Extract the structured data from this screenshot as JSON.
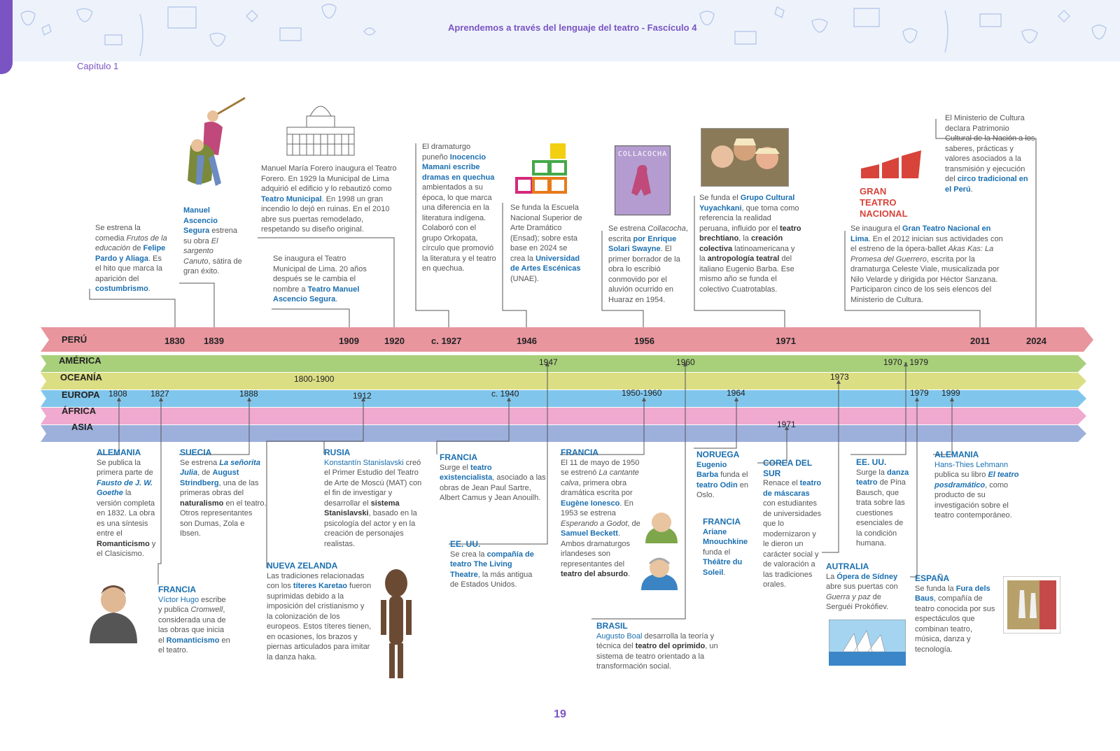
{
  "header": {
    "title": "Aprendemos a través del lenguaje del teatro - Fascículo 4",
    "chapter": "Capítulo 1",
    "page": "19"
  },
  "bands": {
    "peru": "PERÚ",
    "america": "AMÉRICA",
    "oceania": "OCEANÍA",
    "europa": "EUROPA",
    "africa": "ÁFRICA",
    "asia": "ASIA"
  },
  "years": {
    "peru": [
      "1830",
      "1839",
      "1909",
      "1920",
      "c. 1927",
      "1946",
      "1956",
      "1971",
      "2011",
      "2024"
    ],
    "america": [
      "1947",
      "1960",
      "1970 - 1979"
    ],
    "oceania": [
      "1800-1900",
      "1973"
    ],
    "europa": [
      "1808",
      "1827",
      "1888",
      "1912",
      "c. 1940",
      "1950-1960",
      "1964",
      "1979",
      "1999"
    ],
    "asia": [
      "1971"
    ]
  },
  "logos": {
    "gtn": "GRAN\nTEATRO\nNACIONAL",
    "collacocha": "COLLACOCHA"
  },
  "events": {
    "p1830": [
      "Se estrena la comedia ",
      "Frutos de la educación",
      " de ",
      "Felipe Pardo y Aliaga",
      ". Es el hito que marca la aparición del ",
      "costumbrismo",
      "."
    ],
    "p1839": [
      "Manuel Ascencio Segura",
      " estrena su obra ",
      "El sargento Canuto",
      ", sátira de gran éxito."
    ],
    "p1920": [
      "Manuel María Forero inaugura el Teatro Forero. En 1929 la Municipal de Lima adquirió el edificio y lo rebautizó como ",
      "Teatro Municipal",
      ". En 1998 un gran incendio lo dejó en ruinas. En el 2010 abre sus puertas remodelado, respetando su diseño original."
    ],
    "p1909": [
      "Se inaugura el Teatro Municipal de Lima. 20 años después se le cambia el nombre a ",
      "Teatro Manuel Ascencio Segura",
      "."
    ],
    "p1927": [
      "El dramaturgo puneño ",
      "Inocencio Mamani escribe dramas en quechua",
      " ambientados a su época, lo que marca una diferencia en la literatura indígena. Colaboró con el grupo Orkopata, círculo que promovió la literatura y el teatro en quechua."
    ],
    "p1946": [
      "Se funda la Escuela Nacional Superior de Arte Dramático (Ensad); sobre esta base en 2024 se crea la ",
      "Universidad de Artes Escénicas",
      " (UNAE)."
    ],
    "p1956": [
      "Se estrena ",
      "Collacocha",
      ", escrita ",
      "por Enrique Solari Swayne",
      ". El primer borrador de la obra lo escribió conmovido por el aluvión ocurrido en Huaraz en 1954."
    ],
    "p1971": [
      "Se funda el ",
      "Grupo Cultural Yuyachkani",
      ", que toma como referencia la realidad peruana, influido por el ",
      "teatro brechtiano",
      ", la ",
      "creación colectiva",
      " latinoamericana y la ",
      "antropología teatral",
      " del italiano Eugenio Barba. Ese mismo año se funda el colectivo Cuatrotablas."
    ],
    "p2011": [
      "Se inaugura el ",
      "Gran Teatro Nacional en Lima",
      ". En el 2012 inician sus actividades con el estreno de la ópera-ballet ",
      "Akas Kas: La Promesa del Guerrero",
      ", escrita por la dramaturga Celeste Viale, musicalizada por Nilo Velarde y dirigida por Héctor Sanzana. Participaron cinco de los seis elencos del Ministerio de Cultura."
    ],
    "p2024": [
      "El Ministerio de Cultura declara Patrimonio Cultural de la Nación a los saberes, prácticas y valores asociados a la transmisión y ejecución del ",
      "circo tradicional en el Perú",
      "."
    ],
    "e1808": {
      "country": "ALEMANIA",
      "t": [
        "Se publica la primera parte de ",
        "Fausto de J. W. Goethe",
        " la versión completa en 1832. La obra es una síntesis entre el ",
        "Romanticismo",
        " y el Clasicismo."
      ]
    },
    "e1827": {
      "country": "FRANCIA",
      "t": [
        "Víctor Hugo",
        " escribe y publica ",
        "Cromwell",
        ", considerada una de las obras que inicia el ",
        "Romanticismo",
        " en el teatro."
      ]
    },
    "e1888": {
      "country": "SUECIA",
      "t": [
        "Se estrena ",
        "La señorita Julia",
        ", de ",
        "August Strindberg",
        ", una de las primeras obras del ",
        "naturalismo",
        " en el teatro. Otros representantes son Dumas, Zola e Ibsen."
      ]
    },
    "o1800": {
      "country": "NUEVA ZELANDA",
      "t": [
        "Las tradiciones relacionadas con los ",
        "títeres Karetao",
        " fueron suprimidas debido a la imposición del cristianismo y la colonización de los europeos. Estos títeres tienen, en ocasiones, los brazos y piernas articulados para imitar la danza haka."
      ]
    },
    "e1912": {
      "country": "RUSIA",
      "t": [
        "Konstantín Stanislavski",
        " creó el Primer Estudio del Teatro de Arte de Moscú (MAT) con el fin de investigar y desarrollar el ",
        "sistema Stanislavski",
        ", basado en la psicología del actor y en la creación de personajes realistas."
      ]
    },
    "e1940": {
      "country": "FRANCIA",
      "t": [
        "Surge el ",
        "teatro existencialista",
        ", asociado a las obras de Jean Paul Sartre, Albert Camus y Jean Anouilh."
      ]
    },
    "a1947": {
      "country": "EE. UU.",
      "t": [
        "Se crea la ",
        "compañía de teatro The Living Theatre",
        ", la más antigua de Estados Unidos."
      ]
    },
    "e1950": {
      "country": "FRANCIA",
      "t": [
        "El 11 de mayo de 1950 se estrenó ",
        "La cantante calva",
        ", primera obra dramática escrita por ",
        "Eugène Ionesco",
        ". En 1953 se estrena ",
        "Esperando a Godot",
        ", de ",
        "Samuel Beckett",
        ". Ambos dramaturgos irlandeses son representantes del ",
        "teatro del absurdo",
        "."
      ]
    },
    "a1960": {
      "country": "BRASIL",
      "t": [
        "Augusto Boal",
        " desarrolla la teoría y técnica del ",
        "teatro del oprimido",
        ", un sistema de teatro orientado a la transformación social."
      ]
    },
    "e1964a": {
      "country": "NORUEGA",
      "t": [
        "Eugenio Barba",
        " funda el ",
        "teatro Odin",
        " en Oslo."
      ]
    },
    "e1964b": {
      "country": "FRANCIA",
      "t": [
        "Ariane Mnouchkine",
        " funda el ",
        "Théâtre du Soleil",
        "."
      ]
    },
    "s1971": {
      "country": "COREA DEL SUR",
      "t": [
        "Renace el ",
        "teatro de máscaras",
        " con estudiantes de universidades que lo modernizaron y le dieron un carácter social y de valoración a las tradiciones orales."
      ]
    },
    "o1973": {
      "country": "AUTRALIA",
      "t": [
        "La ",
        "Ópera de Sídney",
        " abre sus puertas con ",
        "Guerra y paz",
        " de Serguéi Prokófiev."
      ]
    },
    "a1970": {
      "country": "EE. UU.",
      "t": [
        "Surge la ",
        "danza teatro",
        " de Pina Bausch, que trata sobre las cuestiones esenciales de la condición humana."
      ]
    },
    "e1979": {
      "country": "ESPAÑA",
      "t": [
        "Se funda la ",
        "Fura dels Baus",
        ", compañía de teatro conocida por sus espectáculos que combinan teatro, música, danza y tecnología."
      ]
    },
    "e1999": {
      "country": "ALEMANIA",
      "t": [
        "Hans-Thies Lehmann",
        " publica su libro ",
        "El teatro posdramático",
        ", como producto de su investigación sobre el teatro contemporáneo."
      ]
    }
  },
  "colors": {
    "peru": "#e8959e",
    "america": "#a8cf7a",
    "oceania": "#dcde84",
    "europa": "#80c6ec",
    "africa": "#f0a9cf",
    "asia": "#9db0dc",
    "accent": "#7a54c2",
    "link": "#1a6fb0"
  }
}
